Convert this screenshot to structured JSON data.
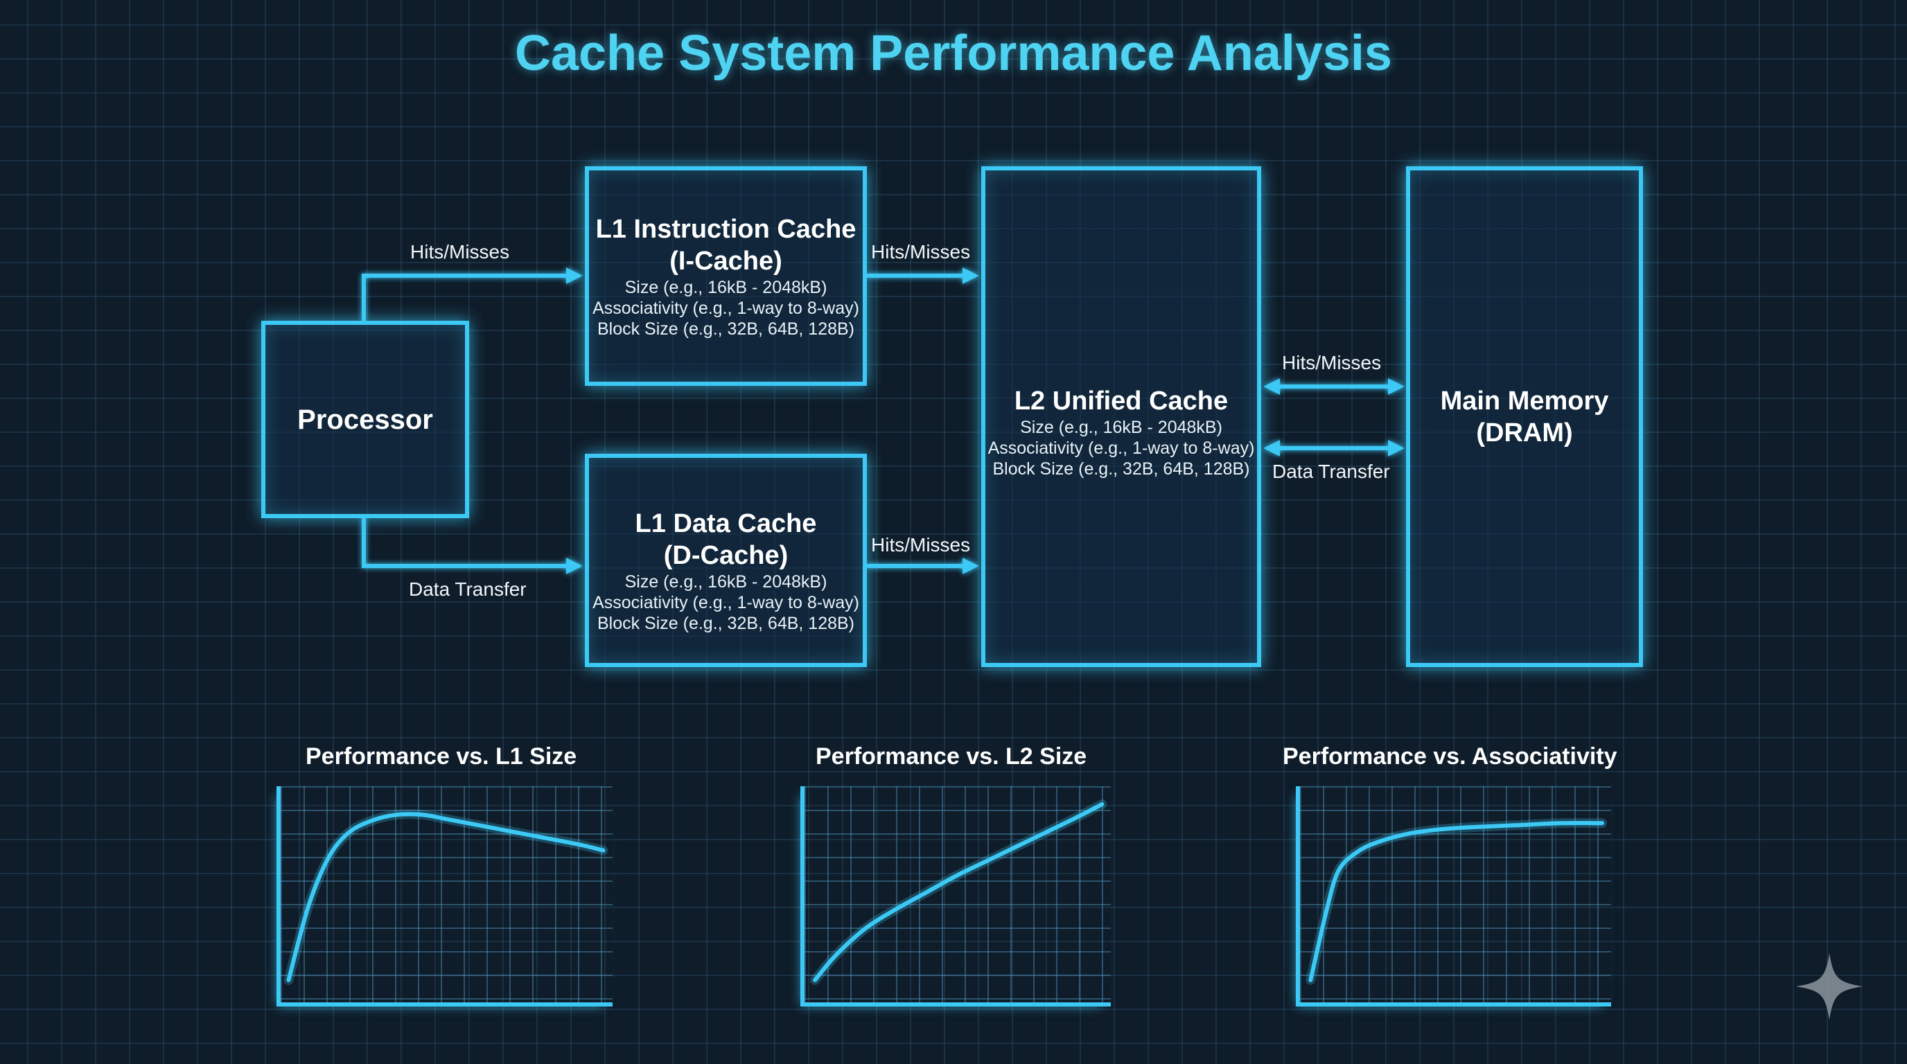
{
  "title": "Cache System Performance Analysis",
  "colors": {
    "accent": "#3cc9f5",
    "title": "#4fd3f2",
    "background": "#0f1c29",
    "grid": "#2c4a60"
  },
  "diagram": {
    "processor": {
      "name": "Processor"
    },
    "l1i": {
      "name_line1": "L1 Instruction Cache",
      "name_line2": "(I-Cache)",
      "spec_size": "Size (e.g., 16kB - 2048kB)",
      "spec_assoc": "Associativity (e.g., 1-way to 8-way)",
      "spec_block": "Block Size (e.g., 32B, 64B, 128B)"
    },
    "l1d": {
      "name_line1": "L1 Data Cache",
      "name_line2": "(D-Cache)",
      "spec_size": "Size (e.g., 16kB - 2048kB)",
      "spec_assoc": "Associativity (e.g., 1-way to 8-way)",
      "spec_block": "Block Size (e.g., 32B, 64B, 128B)"
    },
    "l2": {
      "name": "L2 Unified Cache",
      "spec_size": "Size (e.g., 16kB - 2048kB)",
      "spec_assoc": "Associativity (e.g., 1-way to 8-way)",
      "spec_block": "Block Size (e.g., 32B, 64B, 128B)"
    },
    "dram": {
      "name_line1": "Main Memory",
      "name_line2": "(DRAM)"
    },
    "labels": {
      "proc_to_l1i": "Hits/Misses",
      "proc_to_l1d": "Data Transfer",
      "l1i_to_l2": "Hits/Misses",
      "l1d_to_l2": "Hits/Misses",
      "l2_dram_top": "Hits/Misses",
      "l2_dram_bottom": "Data Transfer"
    }
  },
  "chart_data": [
    {
      "type": "line",
      "title": "Performance vs. L1 Size",
      "xlabel": "",
      "ylabel": "",
      "xlim": [
        0,
        1
      ],
      "ylim": [
        0,
        1
      ],
      "grid": true,
      "x": [
        0.02,
        0.08,
        0.14,
        0.2,
        0.27,
        0.35,
        0.43,
        0.5,
        0.6,
        0.7,
        0.8,
        0.9,
        0.98
      ],
      "y": [
        0.1,
        0.45,
        0.68,
        0.8,
        0.86,
        0.89,
        0.89,
        0.87,
        0.84,
        0.81,
        0.78,
        0.75,
        0.72
      ]
    },
    {
      "type": "line",
      "title": "Performance vs. L2 Size",
      "xlabel": "",
      "ylabel": "",
      "xlim": [
        0,
        1
      ],
      "ylim": [
        0,
        1
      ],
      "grid": true,
      "x": [
        0.03,
        0.1,
        0.2,
        0.3,
        0.4,
        0.5,
        0.6,
        0.7,
        0.8,
        0.9,
        0.98
      ],
      "y": [
        0.1,
        0.22,
        0.35,
        0.44,
        0.52,
        0.6,
        0.67,
        0.74,
        0.81,
        0.88,
        0.94
      ]
    },
    {
      "type": "line",
      "title": "Performance vs. Associativity",
      "xlabel": "",
      "ylabel": "",
      "xlim": [
        0,
        1
      ],
      "ylim": [
        0,
        1
      ],
      "grid": true,
      "x": [
        0.03,
        0.08,
        0.12,
        0.18,
        0.25,
        0.35,
        0.45,
        0.55,
        0.7,
        0.85,
        0.98
      ],
      "y": [
        0.1,
        0.42,
        0.62,
        0.71,
        0.76,
        0.8,
        0.82,
        0.83,
        0.84,
        0.85,
        0.85
      ]
    }
  ]
}
